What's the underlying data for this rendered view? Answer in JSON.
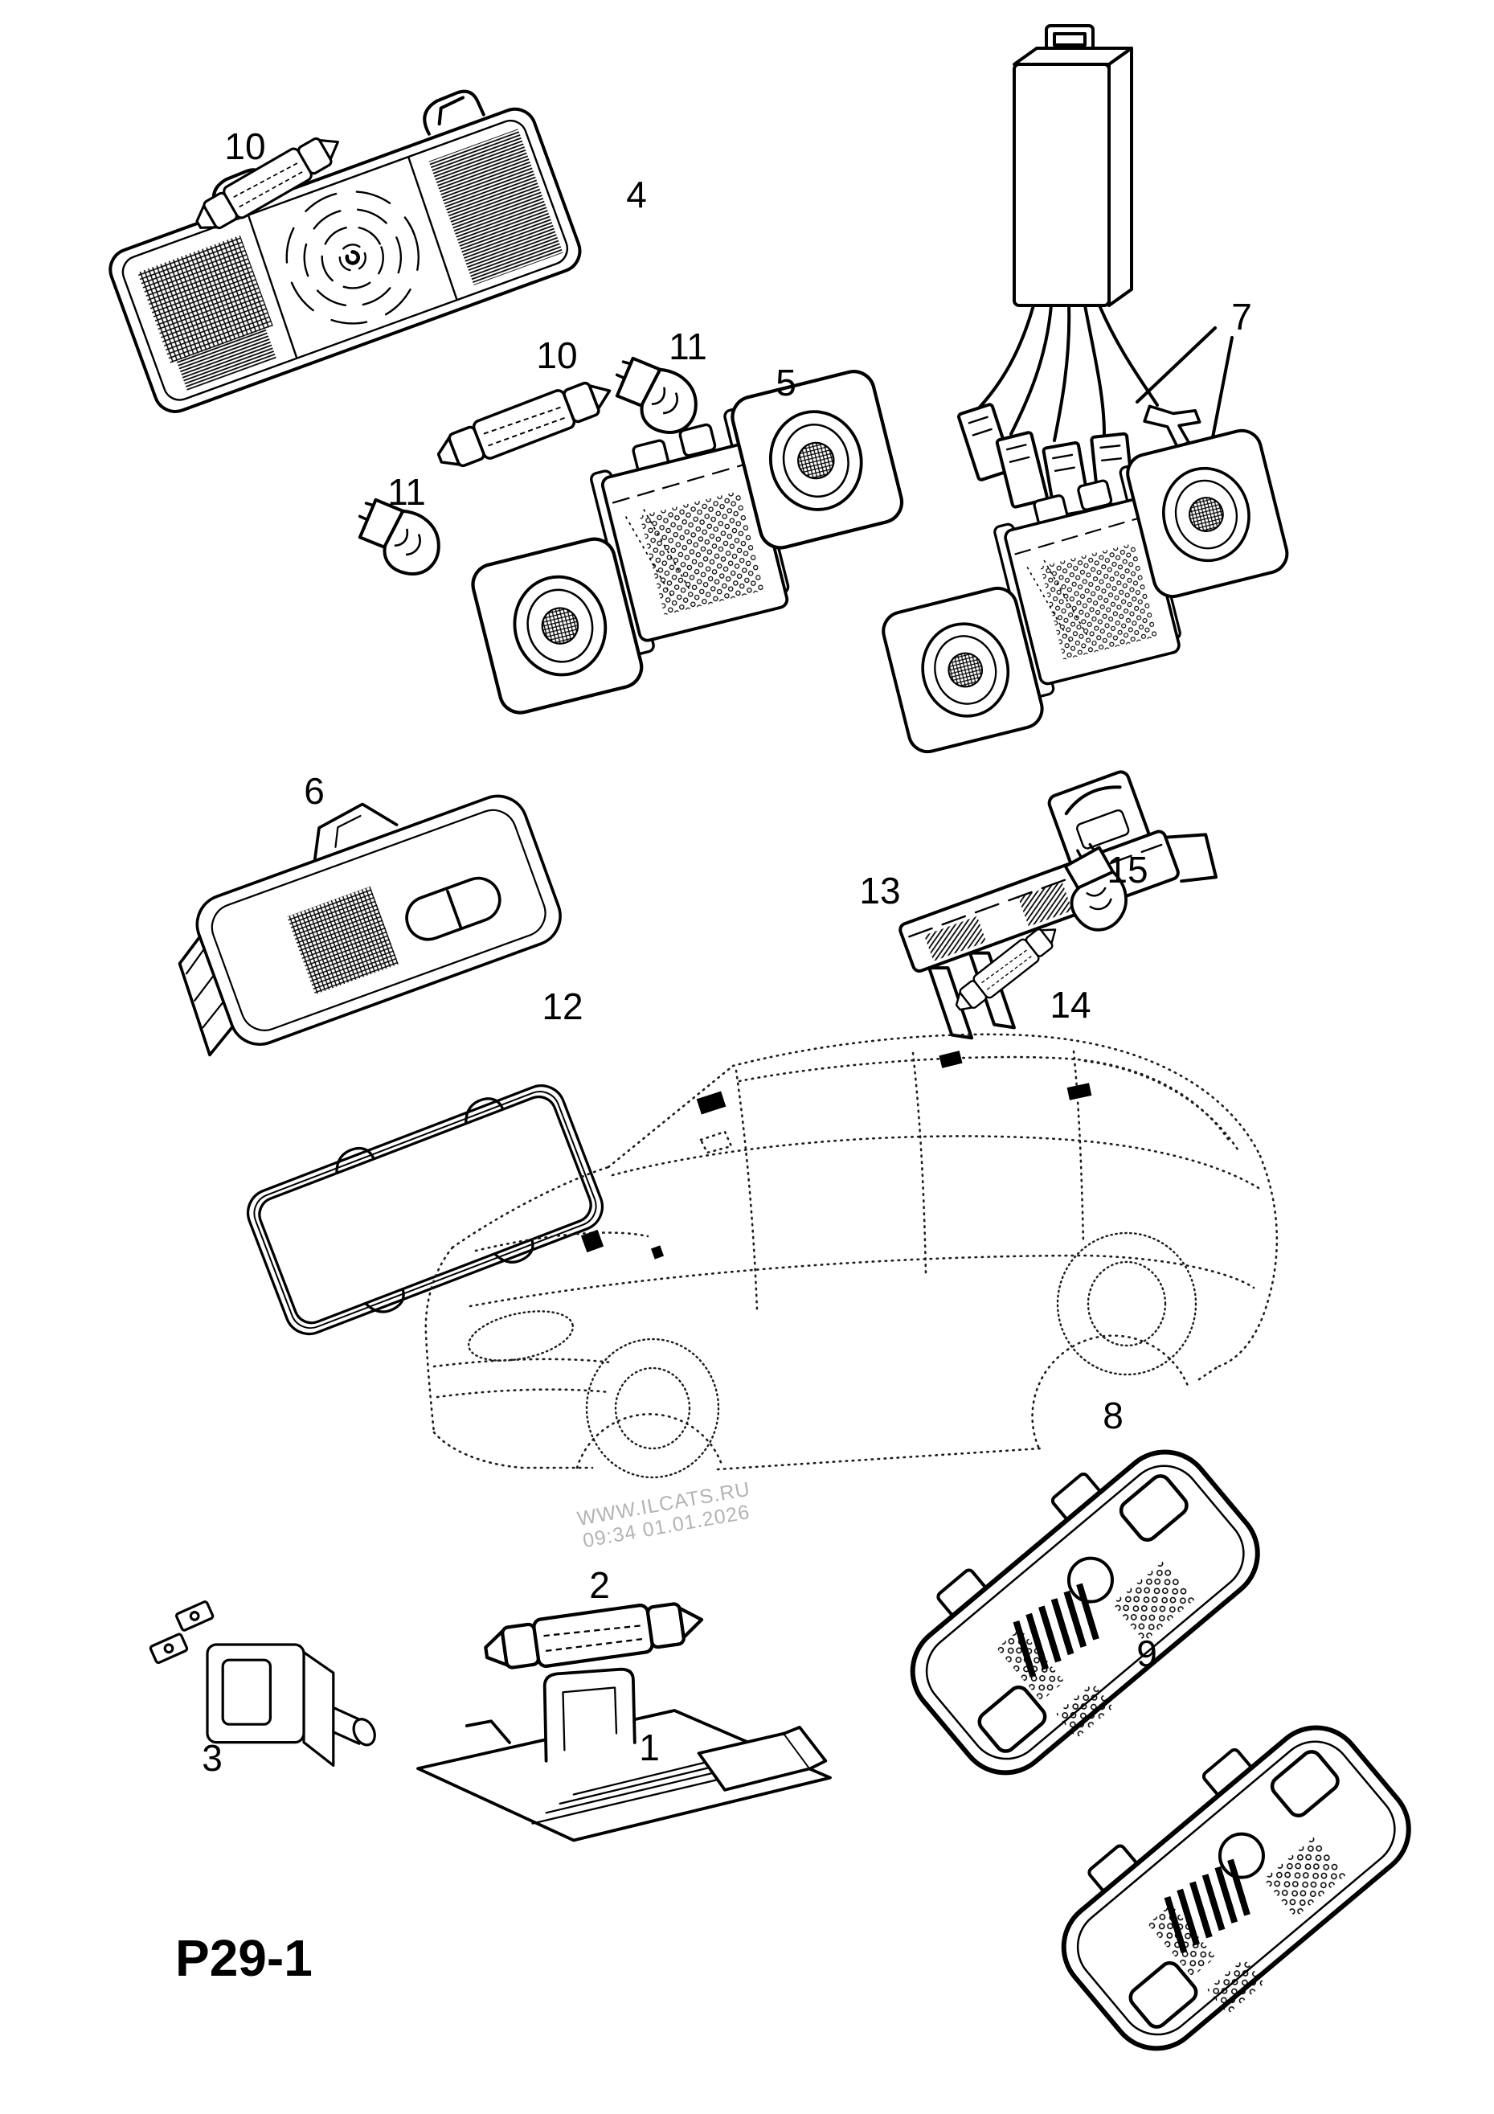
{
  "page": {
    "diagram_code": "P29-1",
    "watermark": {
      "line1": "WWW.ILCATS.RU",
      "line2": "09:34 01.01.2026"
    }
  },
  "parts": [
    {
      "number": "1"
    },
    {
      "number": "2"
    },
    {
      "number": "3"
    },
    {
      "number": "4"
    },
    {
      "number": "5"
    },
    {
      "number": "6"
    },
    {
      "number": "7"
    },
    {
      "number": "8"
    },
    {
      "number": "9"
    },
    {
      "number": "10"
    },
    {
      "number": "11"
    },
    {
      "number": "12"
    },
    {
      "number": "13"
    },
    {
      "number": "14"
    },
    {
      "number": "15"
    }
  ]
}
